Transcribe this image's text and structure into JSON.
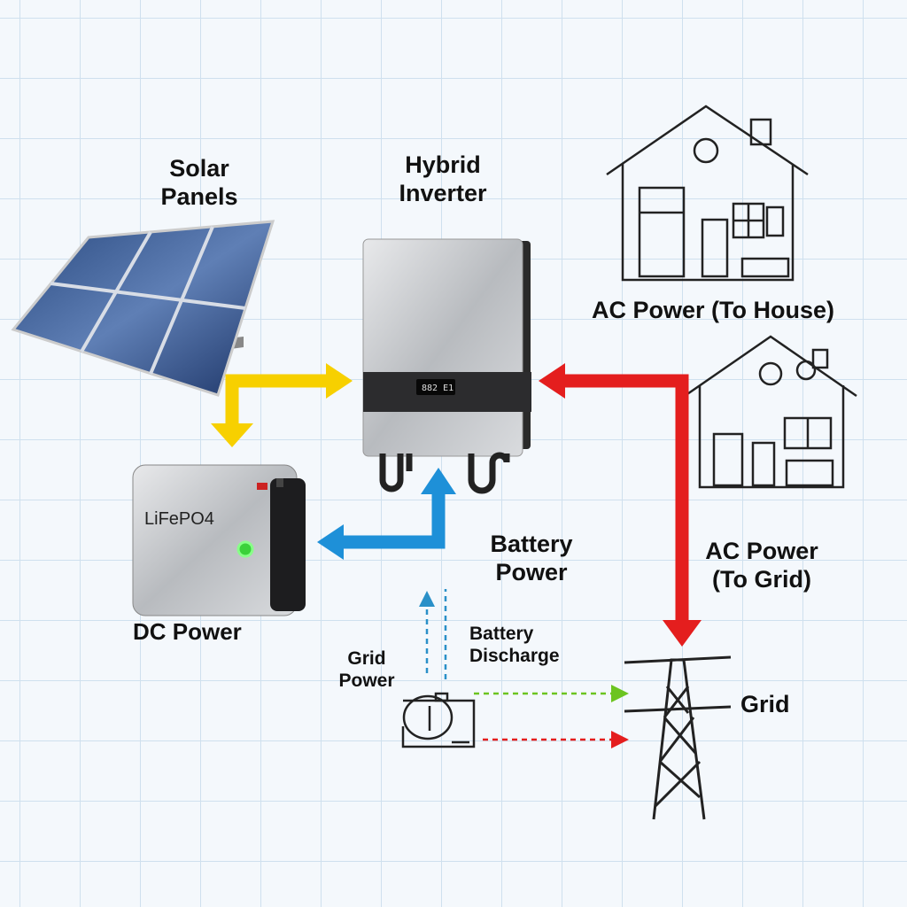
{
  "labels": {
    "solar_panels": [
      "Solar",
      "Panels"
    ],
    "hybrid_inverter": [
      "Hybrid",
      "Inverter"
    ],
    "ac_power_house": "AC Power (To House)",
    "ac_power_grid": [
      "AC Power",
      "(To Grid)"
    ],
    "battery_power": [
      "Battery",
      "Power"
    ],
    "dc_power": "DC Power",
    "grid_power": [
      "Grid",
      "Power"
    ],
    "battery_discharge": [
      "Battery",
      "Discharge"
    ],
    "grid": "Grid",
    "battery_brand": "LiFePO4"
  },
  "inverter_display": "882 E1",
  "colors": {
    "solar_flow": "#f7d000",
    "battery_flow": "#1e90d8",
    "ac_flow": "#e41e1e",
    "green_flow": "#6cc420",
    "background": "#f4f8fc"
  }
}
